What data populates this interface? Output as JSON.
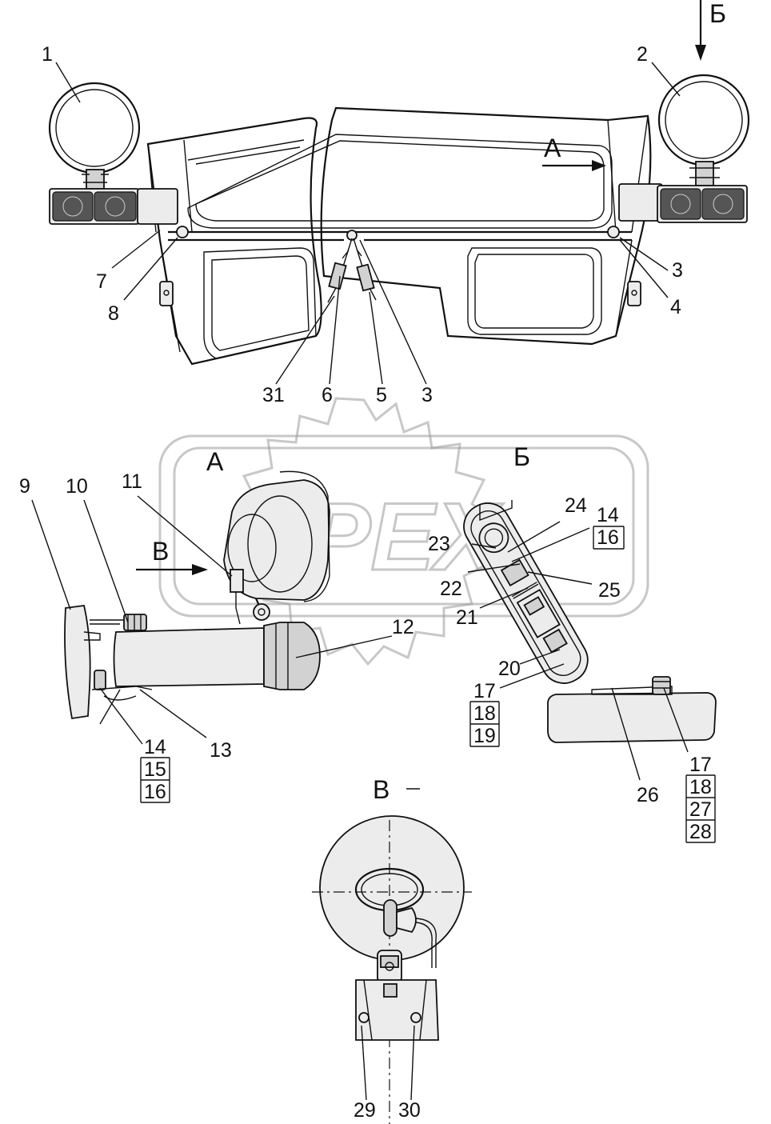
{
  "watermark": {
    "text": "OPEX"
  },
  "views": {
    "view_a": "А",
    "view_b": "Б",
    "view_v": "В"
  },
  "callouts": {
    "c1": "1",
    "c2": "2",
    "c3a": "3",
    "c4": "4",
    "c7": "7",
    "c8": "8",
    "c31": "31",
    "c6": "6",
    "c5": "5",
    "c3b": "3",
    "c9": "9",
    "c10": "10",
    "c11": "11",
    "c12": "12",
    "c13": "13",
    "c14a": "14",
    "c15": "15",
    "c16a": "16",
    "c24": "24",
    "c14b": "14",
    "c16b": "16",
    "c23": "23",
    "c22": "22",
    "c25": "25",
    "c21": "21",
    "c20": "20",
    "c17a": "17",
    "c18a": "18",
    "c19": "19",
    "c26": "26",
    "c17b": "17",
    "c18b": "18",
    "c27": "27",
    "c28": "28",
    "c29": "29",
    "c30": "30"
  }
}
